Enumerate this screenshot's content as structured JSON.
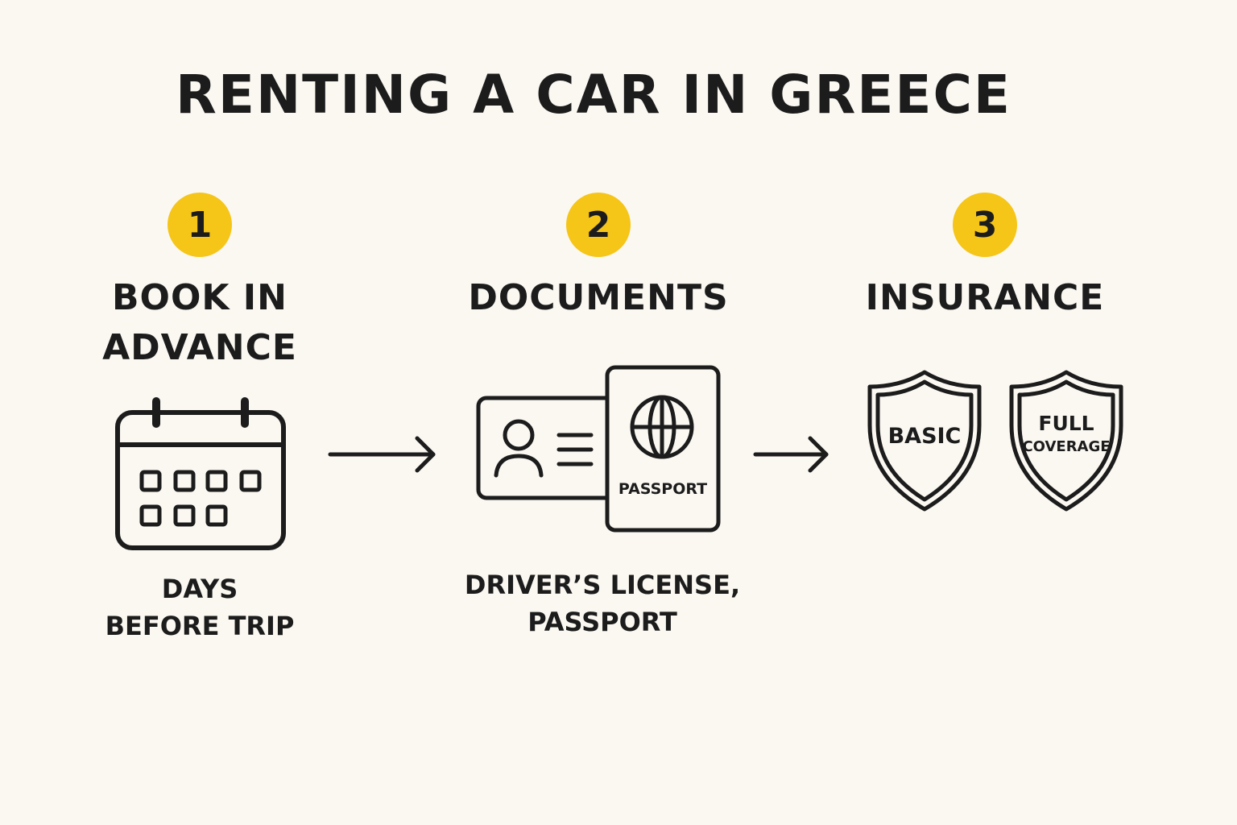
{
  "title": "RENTING A CAR IN GREECE",
  "accent_color": "#f5c518",
  "steps": [
    {
      "number": "1",
      "heading_lines": [
        "BOOK IN",
        "ADVANCE"
      ],
      "icon": "calendar-icon",
      "caption_lines": [
        "DAYS",
        "BEFORE TRIP"
      ]
    },
    {
      "number": "2",
      "heading_lines": [
        "DOCUMENTS"
      ],
      "icons": [
        "id-card-icon",
        "passport-icon"
      ],
      "passport_label": "PASSPORT",
      "caption_lines": [
        "DRIVER’S LICENSE,",
        "PASSPORT"
      ]
    },
    {
      "number": "3",
      "heading_lines": [
        "INSURANCE"
      ],
      "icons": [
        "shield-icon",
        "shield-icon"
      ],
      "shields": [
        {
          "lines": [
            "BASIC"
          ]
        },
        {
          "lines": [
            "FULL",
            "COVERAGE"
          ]
        }
      ]
    }
  ],
  "connectors": [
    "arrow-right-icon",
    "arrow-right-icon"
  ]
}
